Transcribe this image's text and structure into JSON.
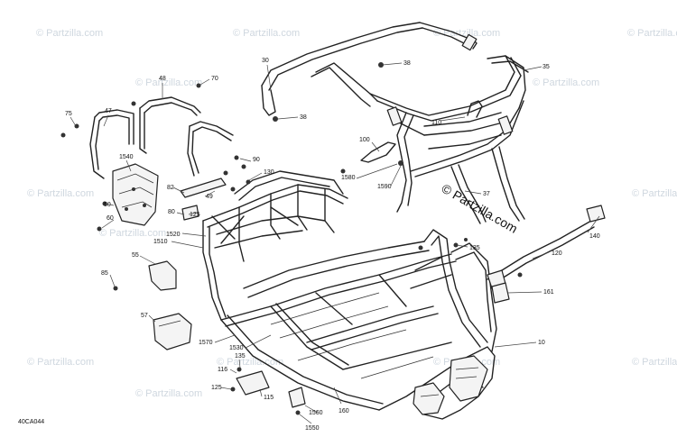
{
  "watermark": "© Partzilla.com",
  "brand_text": "© Partzilla.com",
  "drawing_ref": "40CA044",
  "callouts": {
    "c30": "30",
    "c38a": "38",
    "c38b": "38",
    "c35": "35",
    "c110": "110",
    "c48": "48",
    "c70": "70",
    "c47": "47",
    "c75": "75",
    "c1540": "1540",
    "c50": "50",
    "c60": "60",
    "c100": "100",
    "c1580": "1580",
    "c1590": "1590",
    "c90": "90",
    "c130": "130",
    "c82": "82",
    "c49": "49",
    "c80": "80",
    "c125a": "125",
    "c1520": "1520",
    "c1510": "1510",
    "c37": "37",
    "c140": "140",
    "c120": "120",
    "c135a": "135",
    "c55": "55",
    "c85": "85",
    "c161": "161",
    "c57": "57",
    "c1570": "1570",
    "c1530": "1530",
    "c10": "10",
    "c135b": "135",
    "c116": "116",
    "c125b": "125",
    "c115": "115",
    "c160": "160",
    "c1560": "1560",
    "c1550": "1550"
  }
}
